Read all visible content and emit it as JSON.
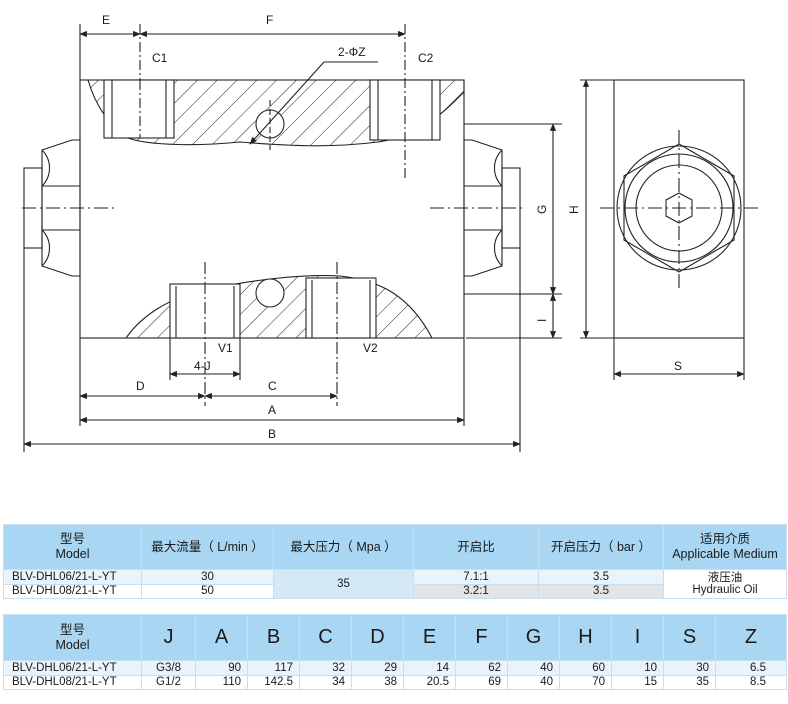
{
  "drawing": {
    "labels": {
      "E": "E",
      "F": "F",
      "C1": "C1",
      "C2": "C2",
      "Z": "2-ΦZ",
      "G": "G",
      "H": "H",
      "I": "I",
      "S": "S",
      "V1": "V1",
      "V2": "V2",
      "J": "4-J",
      "D": "D",
      "C": "C",
      "A": "A",
      "B": "B"
    }
  },
  "table1": {
    "headers": {
      "model_cn": "型号",
      "model_en": "Model",
      "flow": "最大流量（ L/min ）",
      "pressure": "最大压力（ Mpa ）",
      "ratio": "开启比",
      "open_pressure": "开启压力（ bar ）",
      "medium_cn": "适用介质",
      "medium_en": "Applicable Medium"
    },
    "rows": [
      {
        "model": "BLV-DHL06/21-L-YT",
        "flow": "30",
        "ratio": "7.1:1",
        "open_pressure": "3.5"
      },
      {
        "model": "BLV-DHL08/21-L-YT",
        "flow": "50",
        "ratio": "3.2:1",
        "open_pressure": "3.5"
      }
    ],
    "pressure_shared": "35",
    "medium_cn": "液压油",
    "medium_en": "Hydraulic Oil"
  },
  "table2": {
    "model_cn": "型号",
    "model_en": "Model",
    "columns": [
      "J",
      "A",
      "B",
      "C",
      "D",
      "E",
      "F",
      "G",
      "H",
      "I",
      "S",
      "Z"
    ],
    "rows": [
      {
        "model": "BLV-DHL06/21-L-YT",
        "values": [
          "G3/8",
          "90",
          "117",
          "32",
          "29",
          "14",
          "62",
          "40",
          "60",
          "10",
          "30",
          "6.5"
        ]
      },
      {
        "model": "BLV-DHL08/21-L-YT",
        "values": [
          "G1/2",
          "110",
          "142.5",
          "34",
          "38",
          "20.5",
          "69",
          "40",
          "70",
          "15",
          "35",
          "8.5"
        ]
      }
    ]
  }
}
